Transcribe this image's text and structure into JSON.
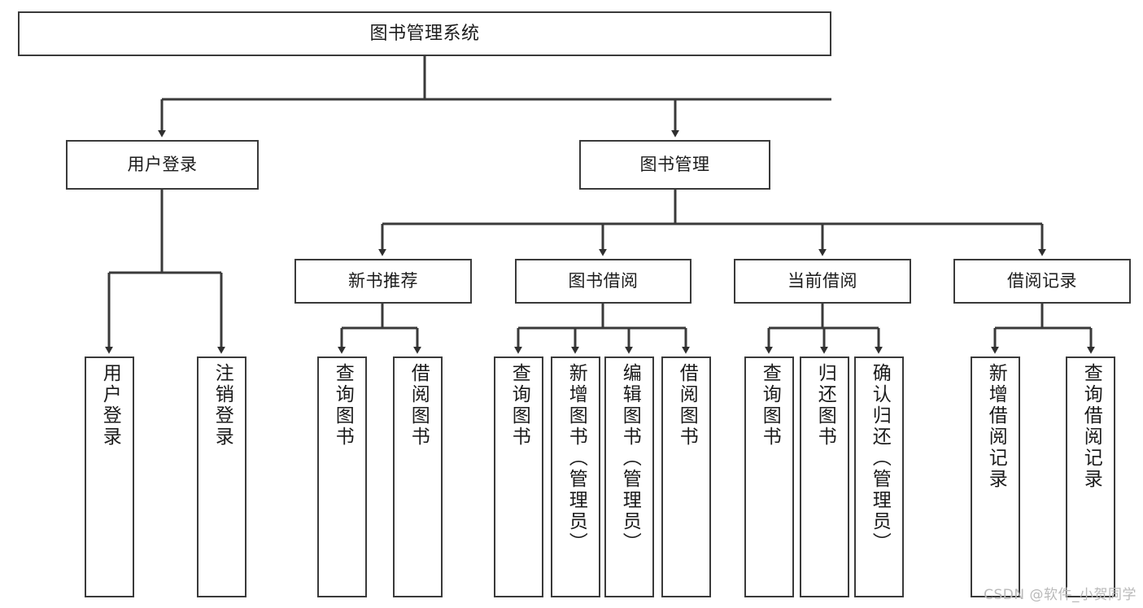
{
  "diagram": {
    "title": "图书管理系统",
    "type": "功能结构图",
    "watermark": "CSDN @软件_小贺同学",
    "line_color": "#3a3a3a",
    "box_fill": "#ffffff",
    "text_color": "#1b1b1b",
    "watermark_color": "#b9b9b9"
  },
  "nodes": {
    "root": {
      "label": "图书管理系统"
    },
    "level1": [
      {
        "label": "用户登录"
      },
      {
        "label": "图书管理"
      }
    ],
    "level2": [
      {
        "label": "新书推荐"
      },
      {
        "label": "图书借阅"
      },
      {
        "label": "当前借阅"
      },
      {
        "label": "借阅记录"
      }
    ],
    "leaves": [
      {
        "label": "用户登录"
      },
      {
        "label": "注销登录"
      },
      {
        "label": "查询图书"
      },
      {
        "label": "借阅图书"
      },
      {
        "label": "查询图书"
      },
      {
        "label": "新增图书（管理员）"
      },
      {
        "label": "编辑图书（管理员）"
      },
      {
        "label": "借阅图书"
      },
      {
        "label": "查询图书"
      },
      {
        "label": "归还图书"
      },
      {
        "label": "确认归还（管理员）"
      },
      {
        "label": "新增借阅记录"
      },
      {
        "label": "查询借阅记录"
      }
    ]
  }
}
